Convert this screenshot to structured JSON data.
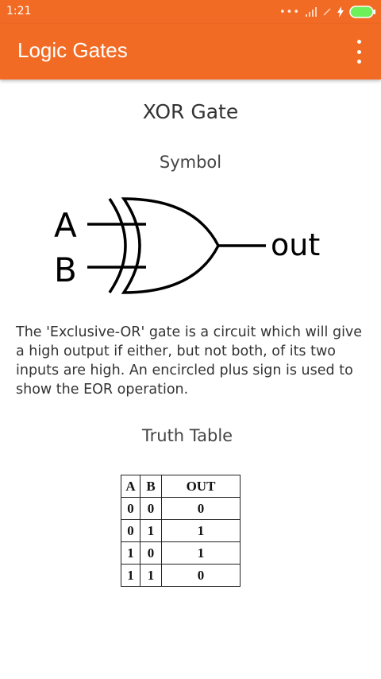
{
  "status_bar": {
    "time": "1:21",
    "signal_dots": "•••",
    "accent": "#f26b25",
    "battery_color": "#6ef05a"
  },
  "app_bar": {
    "title": "Logic Gates",
    "menu_icon": "overflow-menu-icon"
  },
  "content": {
    "gate_title": "XOR Gate",
    "symbol_label": "Symbol",
    "symbol": {
      "input_a": "A",
      "input_b": "B",
      "output": "out"
    },
    "description": "The 'Exclusive-OR' gate is a circuit which will give a high output if either, but not both, of its two inputs are high.  An encircled plus sign is used to show the EOR operation.",
    "truth_table_label": "Truth Table",
    "truth_table": {
      "headers": [
        "A",
        "B",
        "OUT"
      ],
      "rows": [
        [
          "0",
          "0",
          "0"
        ],
        [
          "0",
          "1",
          "1"
        ],
        [
          "1",
          "0",
          "1"
        ],
        [
          "1",
          "1",
          "0"
        ]
      ]
    }
  }
}
